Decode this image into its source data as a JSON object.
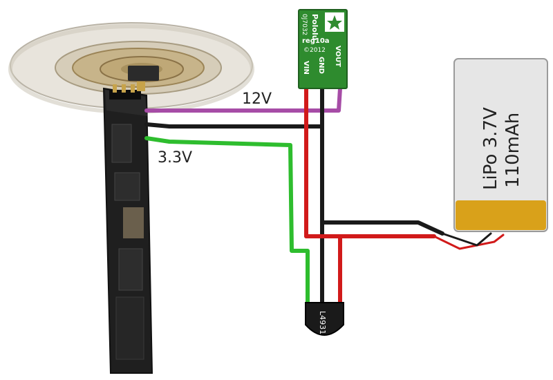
{
  "labels": {
    "v12": "12V",
    "v33": "3.3V"
  },
  "regulator": {
    "brand": "Pololu",
    "serial": "0J7032",
    "model": "reg10a",
    "year": "©2012",
    "pins": [
      "VIN",
      "GND",
      "VOUT"
    ]
  },
  "battery": {
    "line1": "LiPo 3.7V",
    "line2": "110mAh"
  },
  "ldo": {
    "part": "L4931"
  },
  "colors": {
    "v12_wire": "#a64ca6",
    "gnd_wire": "#1a1a1a",
    "v33_wire": "#2ebd2e",
    "vbat_wire": "#d11a1a",
    "regulator_board": "#2e8b2e",
    "battery_band": "#d9a11a",
    "battery_body": "#e6e6e6"
  }
}
